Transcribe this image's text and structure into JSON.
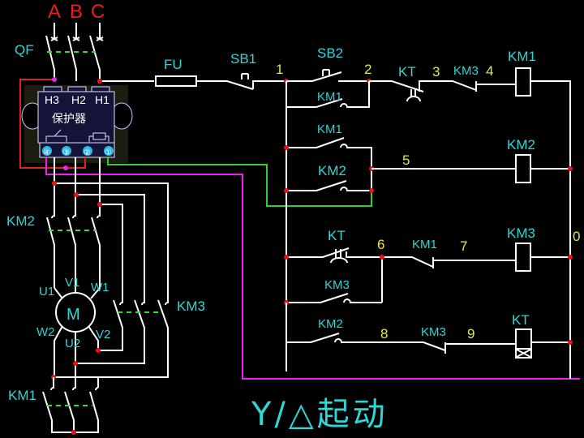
{
  "title": "Y/△起动",
  "phases": [
    "A",
    "B",
    "C"
  ],
  "main_circuit": {
    "breaker": "QF",
    "protector": {
      "label": "保护器",
      "inputs": [
        "H3",
        "H2",
        "H1"
      ],
      "terminals": [
        "④",
        "③",
        "②",
        "①"
      ]
    },
    "contactors": {
      "km2": "KM2",
      "km3": "KM3",
      "km1": "KM1"
    },
    "motor": {
      "label": "M",
      "terminals": [
        "U1",
        "V1",
        "W1",
        "W2",
        "U2",
        "V2"
      ]
    }
  },
  "control_circuit": {
    "fuse": "FU",
    "stop_button": "SB1",
    "start_button": "SB2",
    "nodes": [
      "1",
      "2",
      "3",
      "4",
      "5",
      "6",
      "7",
      "8",
      "9",
      "0"
    ],
    "rung1": {
      "kt_contact": "KT",
      "km3_contact": "KM3",
      "coil": "KM1",
      "hold": "KM1"
    },
    "rung2": {
      "contact_a": "KM1",
      "contact_b": "KM2",
      "coil": "KM2"
    },
    "rung3": {
      "kt_contact": "KT",
      "hold": "KM3",
      "km1_contact": "KM1",
      "coil": "KM3"
    },
    "rung4": {
      "km2_contact": "KM2",
      "km3_contact": "KM3",
      "coil": "KT"
    }
  },
  "colors": {
    "wire": "#ffffff",
    "label": "#2fd6d6",
    "node_number": "#e6e64a",
    "junction": "#ee1111",
    "phase_label": "#ee1c1c",
    "mechanical_link": "#33dd33",
    "protector_wire_red": "#dd2222",
    "protector_wire_magenta": "#ee22ee",
    "protector_wire_green": "#33cc33"
  }
}
